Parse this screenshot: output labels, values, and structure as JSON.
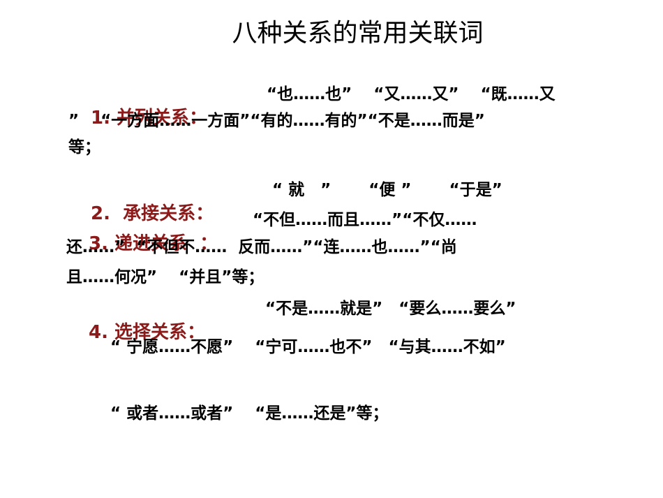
{
  "title": "八种关系的常用关联词",
  "sections": [
    {
      "label": "1. 并列关系：",
      "lines": [
        "“也……也”　 “又……又”　 “既……又",
        "”　 “一方面……一方面”“有的……有的”“不是……而是”",
        "等；"
      ]
    },
    {
      "label": "2.  承接关系：",
      "lines": [
        "“ 就　”　　 “便 ”　　 “于是”"
      ]
    },
    {
      "label": "3. 递进关系  ：",
      "lines": [
        "“不但……而且……”“不仅……",
        "还……”  “不但不……  反而……”“连……也……”“尚",
        "且……何况”　 “并且”等；"
      ]
    },
    {
      "label": "4. 选择关系：",
      "lines": [
        "“不是……就是”　“要么……要么”",
        "“ 宁愿……不愿”　 “宁可……也不”　“与其……不如”",
        "“ 或者……或者”　 “是……还是”等；"
      ]
    }
  ]
}
